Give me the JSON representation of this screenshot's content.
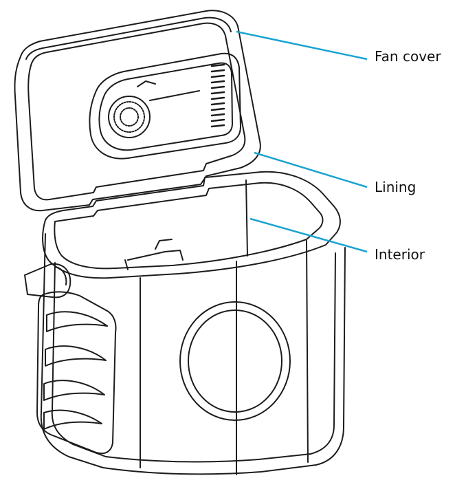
{
  "labels": {
    "fan_cover": "Fan cover",
    "lining": "Lining",
    "interior": "Interior"
  },
  "colors": {
    "leader_line": "#1aa3d1",
    "outline": "#1c1c1c"
  }
}
